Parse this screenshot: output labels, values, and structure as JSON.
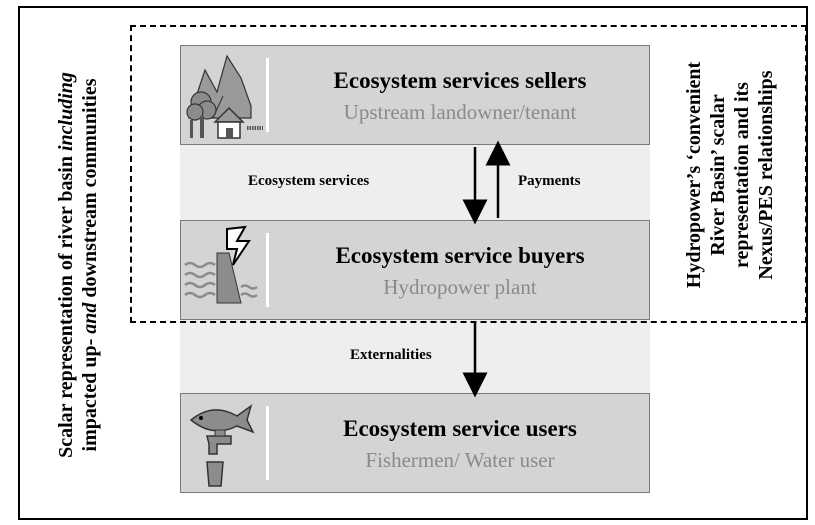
{
  "left_caption": {
    "line1_a": "Scalar representation of river basin ",
    "line1_b": "including",
    "line2_a": "impacted up- ",
    "line2_b": "and",
    "line2_c": " downstream communities"
  },
  "right_caption": {
    "line1": "Hydropower’s ‘convenient",
    "line2": "River Basin’ scalar",
    "line3": "representation and its",
    "line4": "Nexus/PES relationships"
  },
  "sellers": {
    "title": "Ecosystem services sellers",
    "subtitle": "Upstream  landowner/tenant",
    "icon": "mountains-trees-house-icon"
  },
  "buyers": {
    "title": "Ecosystem service buyers",
    "subtitle": "Hydropower plant",
    "icon": "dam-lightning-icon"
  },
  "users": {
    "title": "Ecosystem service users",
    "subtitle": "Fishermen/ Water user",
    "icon": "fish-faucet-icon"
  },
  "flows": {
    "ecosystem_services": "Ecosystem services",
    "payments": "Payments",
    "externalities": "Externalities"
  },
  "colors": {
    "box_fill": "#d4d4d4",
    "band_fill": "#eeeeee",
    "subtitle_text": "#8a8a8a",
    "icon_fill": "#8c8c8c"
  }
}
